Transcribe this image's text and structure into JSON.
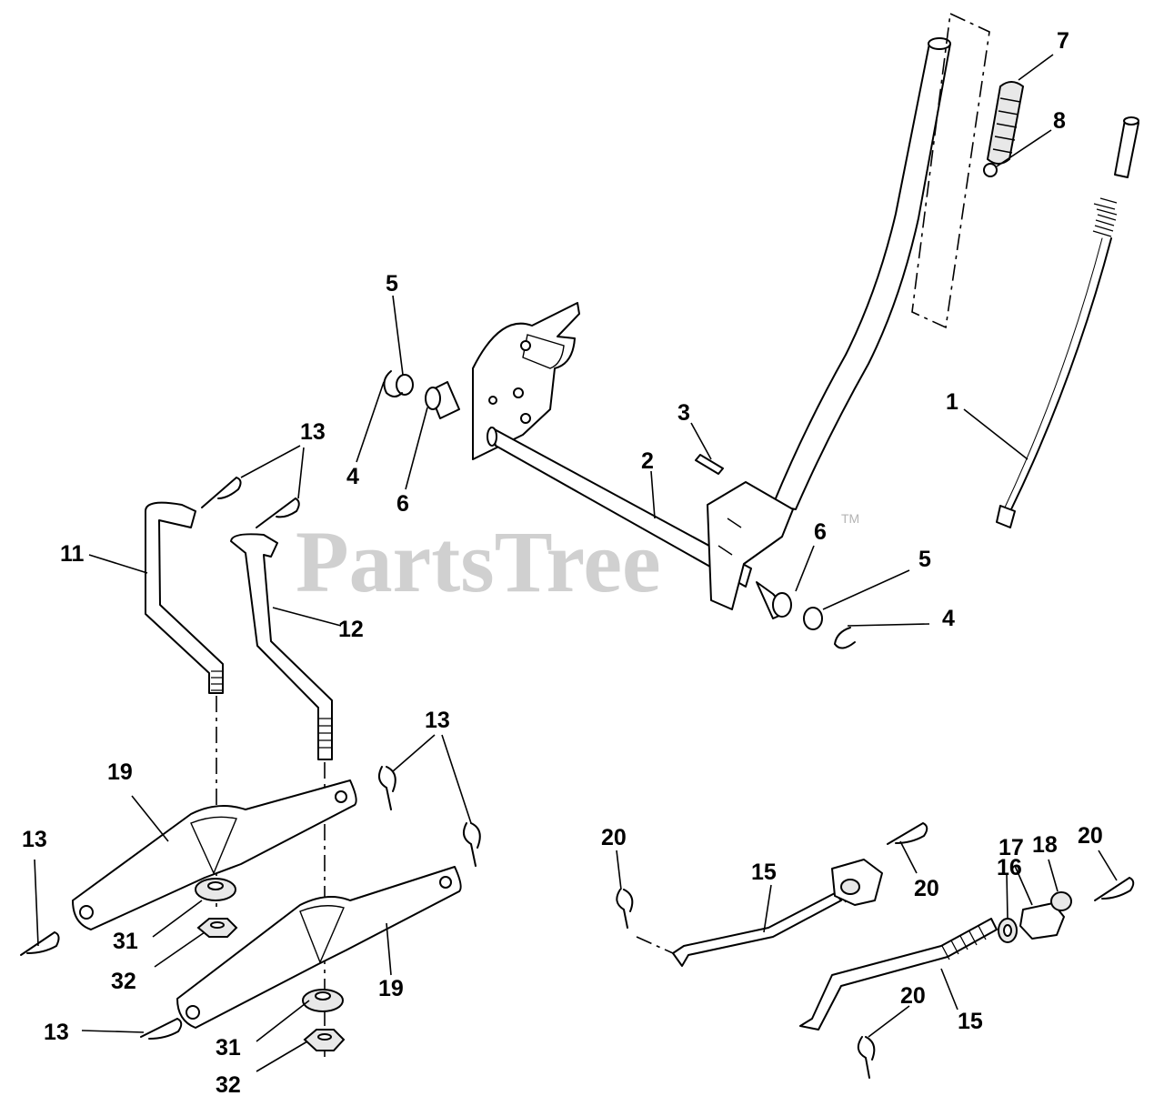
{
  "watermark": {
    "brand": "PartsTree",
    "tm": "TM"
  },
  "callouts": [
    {
      "id": "c1",
      "text": "1"
    },
    {
      "id": "c2",
      "text": "2"
    },
    {
      "id": "c3",
      "text": "3"
    },
    {
      "id": "c4a",
      "text": "4"
    },
    {
      "id": "c4b",
      "text": "4"
    },
    {
      "id": "c5a",
      "text": "5"
    },
    {
      "id": "c5b",
      "text": "5"
    },
    {
      "id": "c6a",
      "text": "6"
    },
    {
      "id": "c6b",
      "text": "6"
    },
    {
      "id": "c7",
      "text": "7"
    },
    {
      "id": "c8",
      "text": "8"
    },
    {
      "id": "c11",
      "text": "11"
    },
    {
      "id": "c12",
      "text": "12"
    },
    {
      "id": "c13a",
      "text": "13"
    },
    {
      "id": "c13b",
      "text": "13"
    },
    {
      "id": "c13c",
      "text": "13"
    },
    {
      "id": "c13d",
      "text": "13"
    },
    {
      "id": "c15a",
      "text": "15"
    },
    {
      "id": "c15b",
      "text": "15"
    },
    {
      "id": "c16",
      "text": "16"
    },
    {
      "id": "c17",
      "text": "17"
    },
    {
      "id": "c18",
      "text": "18"
    },
    {
      "id": "c19a",
      "text": "19"
    },
    {
      "id": "c19b",
      "text": "19"
    },
    {
      "id": "c20a",
      "text": "20"
    },
    {
      "id": "c20b",
      "text": "20"
    },
    {
      "id": "c20c",
      "text": "20"
    },
    {
      "id": "c20d",
      "text": "20"
    },
    {
      "id": "c31a",
      "text": "31"
    },
    {
      "id": "c31b",
      "text": "31"
    },
    {
      "id": "c32a",
      "text": "32"
    },
    {
      "id": "c32b",
      "text": "32"
    }
  ]
}
